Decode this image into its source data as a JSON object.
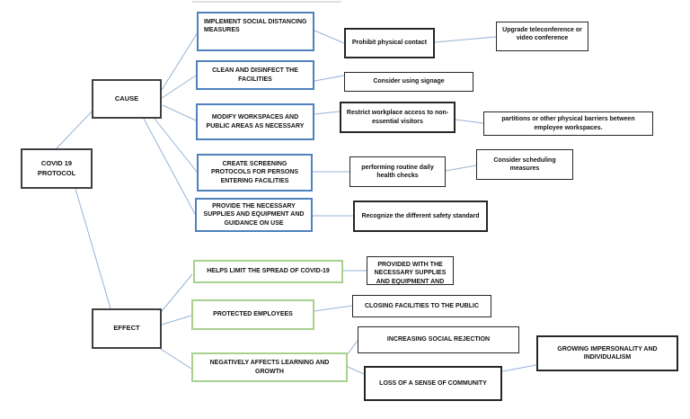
{
  "diagram_title": "COVID 19 Protocol cause and effect map",
  "colors": {
    "cause_border": "#4f81bd",
    "effect_border": "#a9d18e",
    "dark_border": "#404040",
    "sub_border": "#262626",
    "line_color": "#95b3d7",
    "artifact_color": "#bdbdbd"
  },
  "nodes": {
    "root": "COVID 19 PROTOCOL",
    "cause": "CAUSE",
    "effect": "EFFECT",
    "implement": "IMPLEMENT SOCIAL DISTANCING MEASURES",
    "clean": "CLEAN AND DISINFECT THE FACILITIES",
    "modify": "MODIFY WORKSPACES AND PUBLIC AREAS AS NECESSARY",
    "screening": "CREATE SCREENING PROTOCOLS FOR PERSONS ENTERING FACILITIES",
    "provide": "PROVIDE THE NECESSARY SUPPLIES AND EQUIPMENT AND GUIDANCE ON USE",
    "prohibit": "Prohibit physical contact",
    "upgrade": "Upgrade teleconference or video conference",
    "signage": "Consider using signage",
    "restrict": "Restrict workplace access to non-essential visitors",
    "partitions": "partitions or other physical barriers between employee workspaces.",
    "routine": "performing routine daily health checks",
    "scheduling": "Consider scheduling measures",
    "recognize": "Recognize the different safety standard",
    "helps": "HELPS LIMIT THE SPREAD OF COVID-19",
    "provided": "PROVIDED WITH THE NECESSARY SUPPLIES AND EQUIPMENT AND",
    "protected": "PROTECTED EMPLOYEES",
    "closing": "CLOSING FACILITIES TO THE PUBLIC",
    "negatively": "NEGATIVELY AFFECTS LEARNING AND GROWTH",
    "rejection": "INCREASING SOCIAL REJECTION",
    "loss": "LOSS OF A SENSE OF COMMUNITY",
    "growing": "GROWING IMPERSONALITY AND INDIVIDUALISM"
  }
}
